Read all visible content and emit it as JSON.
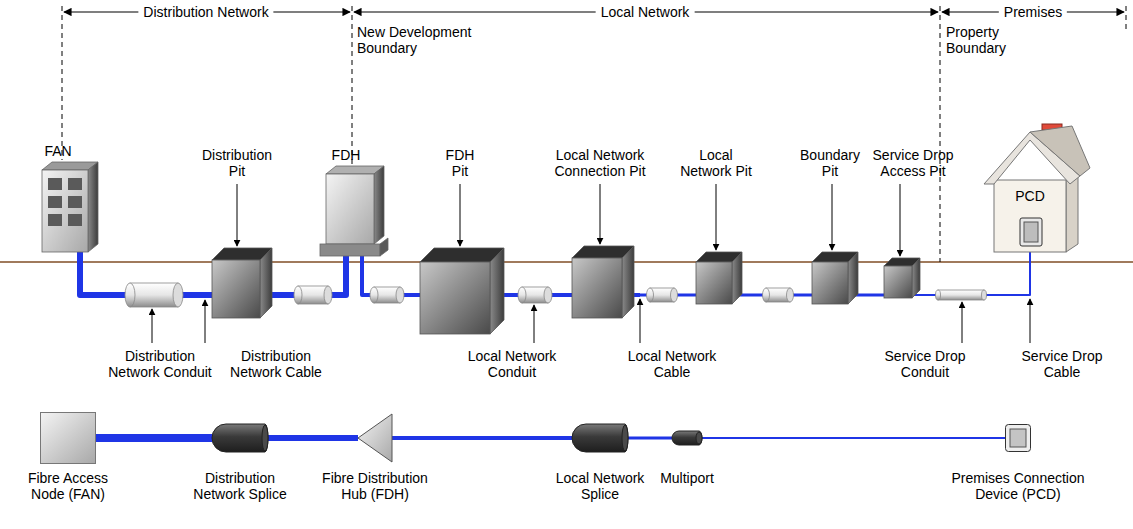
{
  "diagram": {
    "nodes": [
      {
        "text": [
          "Fibre Access Node (FAN)"
        ]
      },
      {
        "text": [
          "Distribution Network Splice"
        ]
      },
      {
        "text": [
          "Fibre Distribution Hub (FDH)"
        ]
      },
      {
        "text": [
          "Local Network Splice"
        ]
      },
      {
        "text": [
          "Multiport"
        ]
      },
      {
        "text": [
          "Premises Connection Device (PCD)"
        ]
      }
    ],
    "edges": [
      {
        "from": 0,
        "to": 1,
        "arrow": "none"
      },
      {
        "from": 1,
        "to": 2,
        "arrow": "none"
      },
      {
        "from": 2,
        "to": 3,
        "arrow": "none"
      },
      {
        "from": 3,
        "to": 4,
        "arrow": "none"
      },
      {
        "from": 4,
        "to": 5,
        "arrow": "none"
      }
    ],
    "labels": [
      "Distribution Network",
      "Local Network",
      "Premises",
      "New Development Boundary",
      "Property Boundary",
      "FAN",
      "Distribution Pit",
      "FDH",
      "FDH Pit",
      "Local Network Connection Pit",
      "Local Network Pit",
      "Boundary Pit",
      "Service Drop Access Pit",
      "PCD",
      "Distribution Network Conduit",
      "Distribution Network Cable",
      "Local Network Conduit",
      "Local Network Cable",
      "Service Drop Conduit",
      "Service Drop Cable"
    ]
  }
}
